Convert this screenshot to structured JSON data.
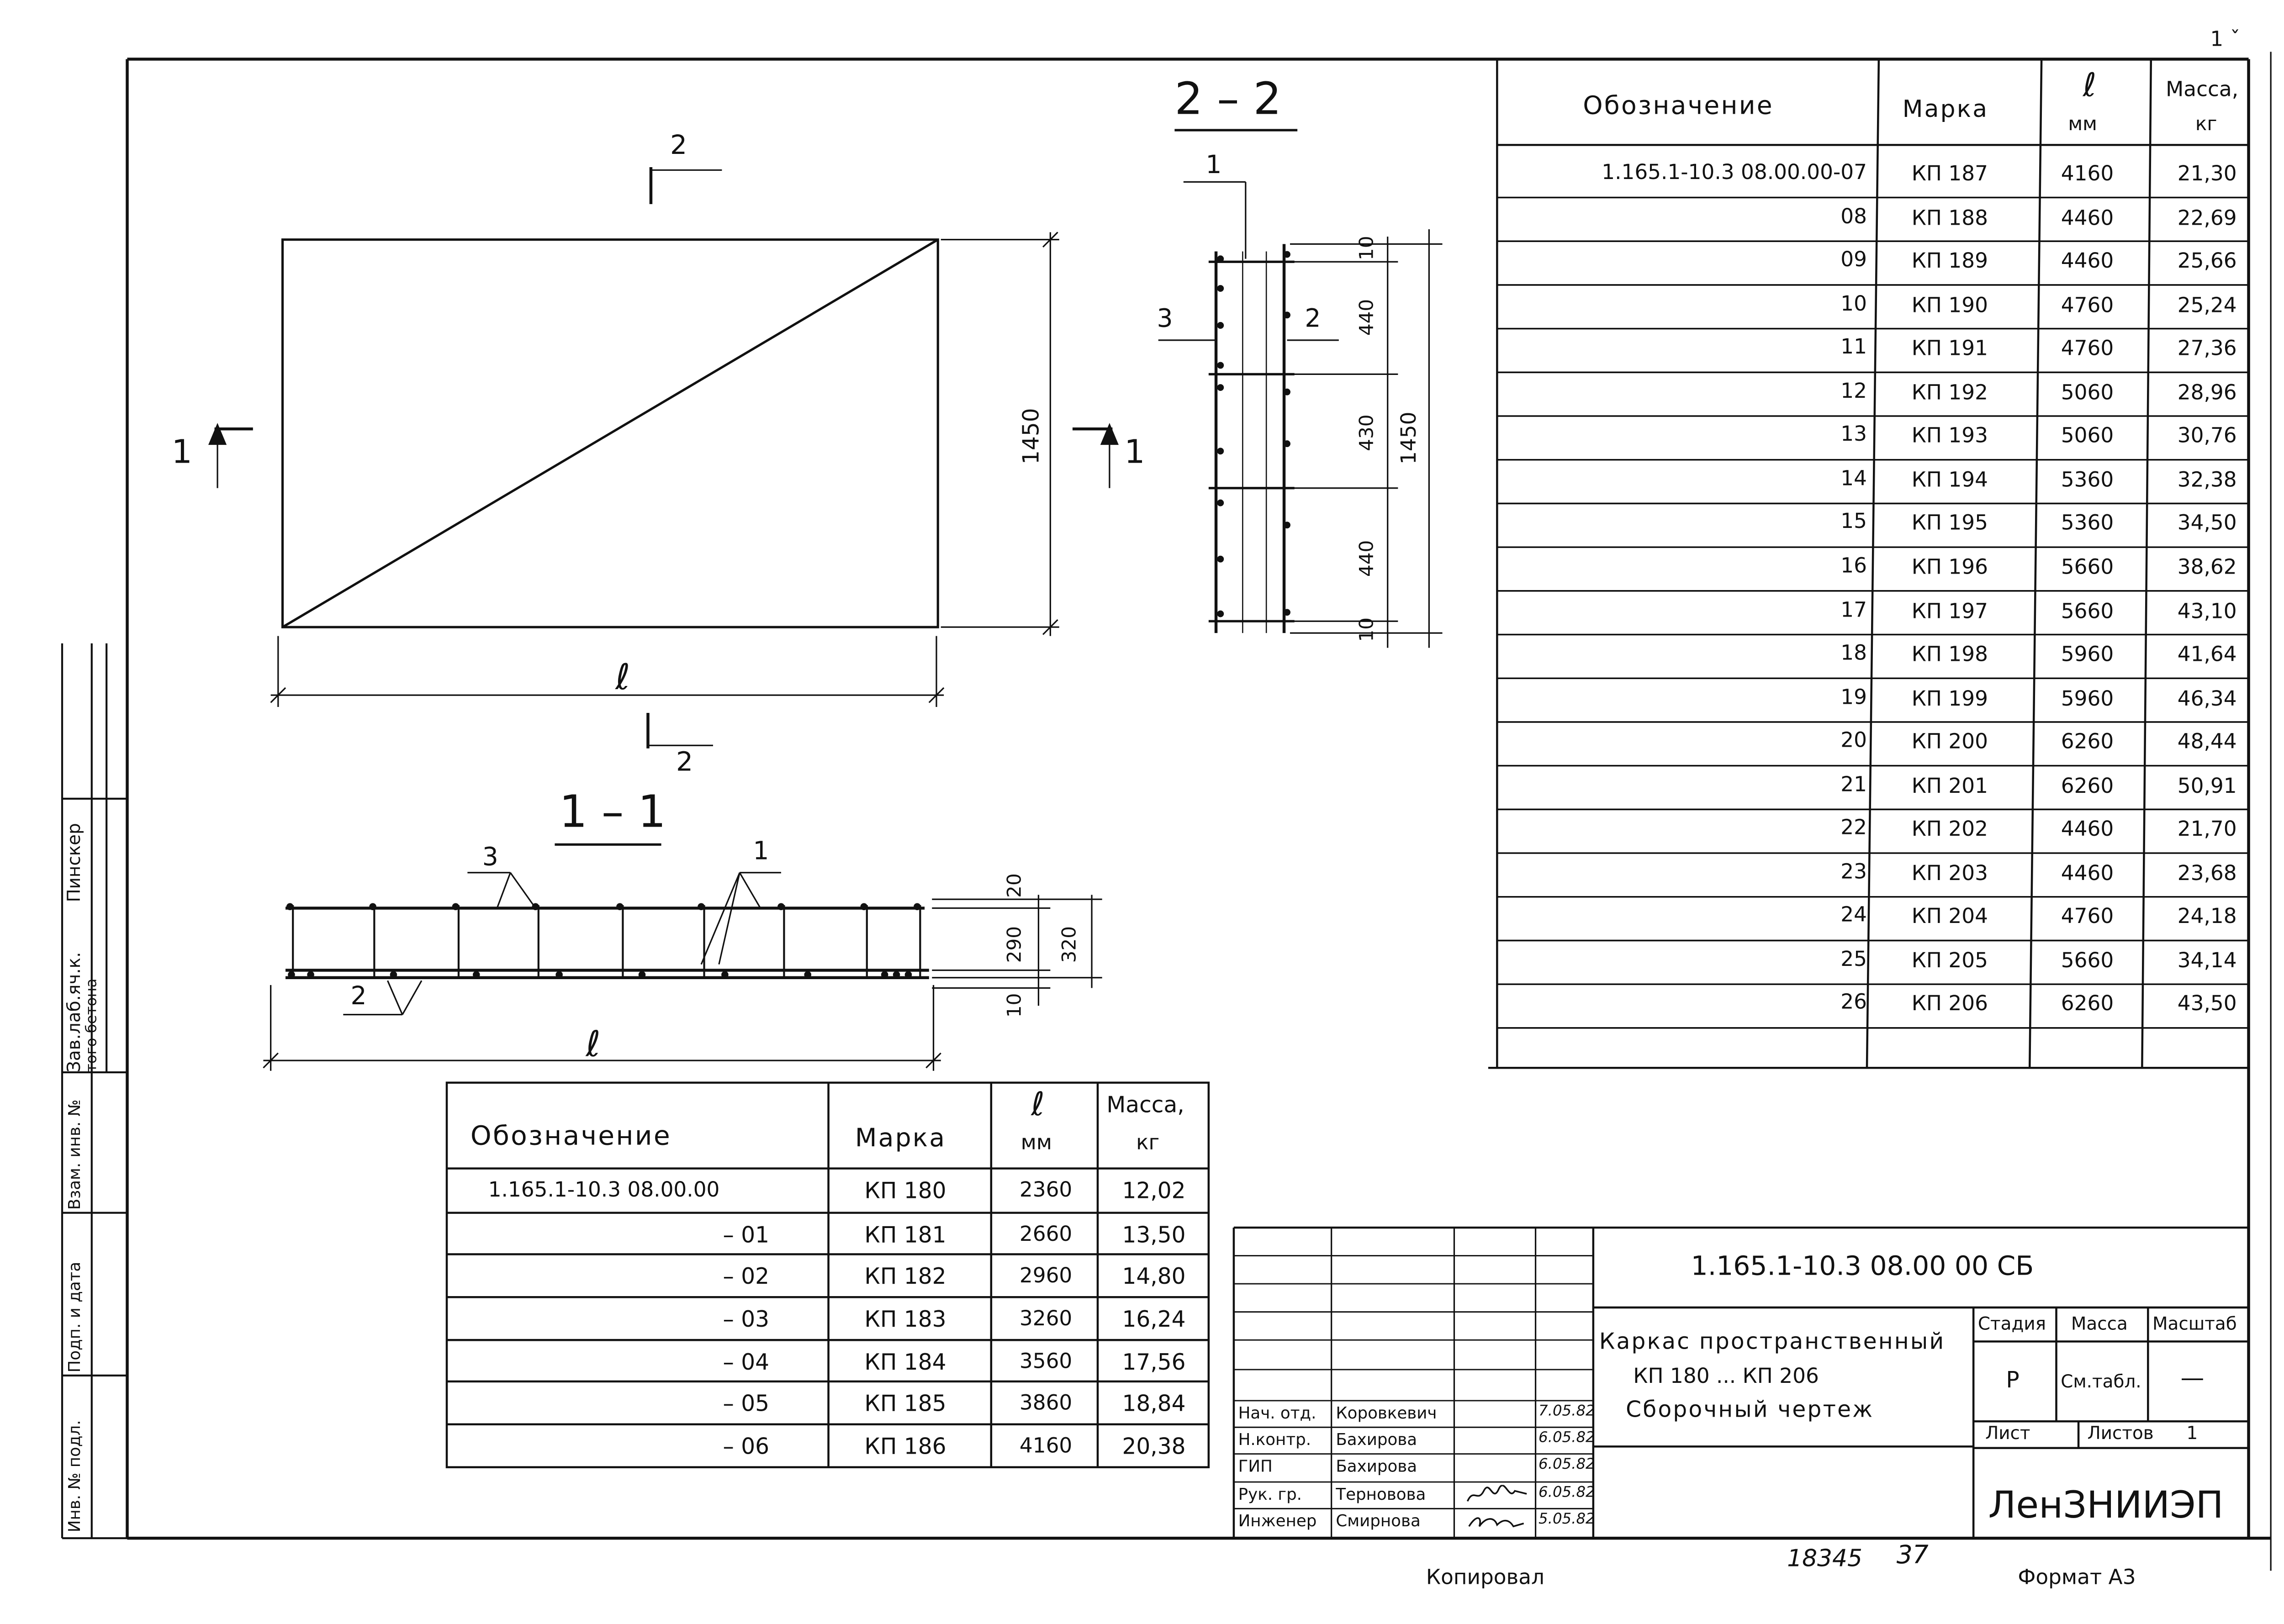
{
  "corner_mark": "1 ˇ",
  "drawing": {
    "section_2_label": "2 – 2",
    "section_1_label": "1 – 1",
    "cut_2_top": "2",
    "cut_2_bottom": "2",
    "cut_1_left": "1",
    "cut_1_right": "1",
    "plan_length_label": "ℓ",
    "plan_height": "1450",
    "sec11_length_label": "ℓ",
    "sec11_dims": [
      "20",
      "290",
      "320",
      "10"
    ],
    "sec11_callouts": [
      "3",
      "1",
      "2"
    ],
    "sec22_callouts": [
      "1",
      "3",
      "2"
    ],
    "sec22_dims": [
      "10",
      "440",
      "430",
      "1450",
      "440",
      "10"
    ]
  },
  "left_strip": {
    "top_labels": [
      "Зав.лаб.яч.к.",
      "Пинскер"
    ],
    "top_sub": "того бетона",
    "cells": [
      "Взам. инв. №",
      "Подп. и дата",
      "Инв. № подл."
    ]
  },
  "table_top": {
    "headers": [
      "Обозначение",
      "Марка",
      "ℓ мм",
      "Масса, кг"
    ],
    "h_l": "ℓ",
    "h_mm": "мм",
    "h_mass": "Масса,",
    "h_kg": "кг",
    "rows": [
      {
        "d": "1.165.1-10.3 08.00.00-07",
        "m": "КП 187",
        "l": "4160",
        "kg": "21,30"
      },
      {
        "d": "08",
        "m": "КП 188",
        "l": "4460",
        "kg": "22,69"
      },
      {
        "d": "09",
        "m": "КП 189",
        "l": "4460",
        "kg": "25,66"
      },
      {
        "d": "10",
        "m": "КП 190",
        "l": "4760",
        "kg": "25,24"
      },
      {
        "d": "11",
        "m": "КП 191",
        "l": "4760",
        "kg": "27,36"
      },
      {
        "d": "12",
        "m": "КП 192",
        "l": "5060",
        "kg": "28,96"
      },
      {
        "d": "13",
        "m": "КП 193",
        "l": "5060",
        "kg": "30,76"
      },
      {
        "d": "14",
        "m": "КП 194",
        "l": "5360",
        "kg": "32,38"
      },
      {
        "d": "15",
        "m": "КП 195",
        "l": "5360",
        "kg": "34,50"
      },
      {
        "d": "16",
        "m": "КП 196",
        "l": "5660",
        "kg": "38,62"
      },
      {
        "d": "17",
        "m": "КП 197",
        "l": "5660",
        "kg": "43,10"
      },
      {
        "d": "18",
        "m": "КП 198",
        "l": "5960",
        "kg": "41,64"
      },
      {
        "d": "19",
        "m": "КП 199",
        "l": "5960",
        "kg": "46,34"
      },
      {
        "d": "20",
        "m": "КП 200",
        "l": "6260",
        "kg": "48,44"
      },
      {
        "d": "21",
        "m": "КП 201",
        "l": "6260",
        "kg": "50,91"
      },
      {
        "d": "22",
        "m": "КП 202",
        "l": "4460",
        "kg": "21,70"
      },
      {
        "d": "23",
        "m": "КП 203",
        "l": "4460",
        "kg": "23,68"
      },
      {
        "d": "24",
        "m": "КП 204",
        "l": "4760",
        "kg": "24,18"
      },
      {
        "d": "25",
        "m": "КП 205",
        "l": "5660",
        "kg": "34,14"
      },
      {
        "d": "26",
        "m": "КП 206",
        "l": "6260",
        "kg": "43,50"
      }
    ]
  },
  "table_bottom": {
    "rows": [
      {
        "d": "1.165.1-10.3 08.00.00",
        "m": "КП 180",
        "l": "2360",
        "kg": "12,02"
      },
      {
        "d": "– 01",
        "m": "КП 181",
        "l": "2660",
        "kg": "13,50"
      },
      {
        "d": "– 02",
        "m": "КП 182",
        "l": "2960",
        "kg": "14,80"
      },
      {
        "d": "– 03",
        "m": "КП 183",
        "l": "3260",
        "kg": "16,24"
      },
      {
        "d": "– 04",
        "m": "КП 184",
        "l": "3560",
        "kg": "17,56"
      },
      {
        "d": "– 05",
        "m": "КП 185",
        "l": "3860",
        "kg": "18,84"
      },
      {
        "d": "– 06",
        "m": "КП 186",
        "l": "4160",
        "kg": "20,38"
      }
    ]
  },
  "title_block": {
    "code": "1.165.1-10.3 08.00 00 СБ",
    "title_l1": "Каркас пространственный",
    "title_l2": "КП 180 ... КП 206",
    "title_l3": "Сборочный чертеж",
    "h_stage": "Стадия",
    "h_mass": "Масса",
    "h_scale": "Масштаб",
    "v_stage": "Р",
    "v_mass": "См.табл.",
    "v_scale": "—",
    "sheet_label": "Лист",
    "sheets_label": "Листов",
    "sheets_value": "1",
    "org": "ЛенЗНИИЭП",
    "people": [
      {
        "role": "Нач. отд.",
        "name": "Коровкевич",
        "date": "7.05.82"
      },
      {
        "role": "Н.контр.",
        "name": "Бахирова",
        "date": "6.05.82"
      },
      {
        "role": "ГИП",
        "name": "Бахирова",
        "date": "6.05.82"
      },
      {
        "role": "Рук. гр.",
        "name": "Терновова",
        "date": "6.05.82"
      },
      {
        "role": "Инженер",
        "name": "Смирнова",
        "date": "5.05.82"
      }
    ]
  },
  "footer": {
    "copied": "Копировал",
    "number": "18345",
    "sheet_no": "37",
    "format": "Формат А3"
  }
}
